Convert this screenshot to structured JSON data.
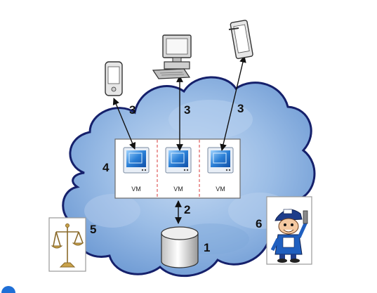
{
  "diagram": {
    "labels": {
      "database": "1",
      "hypervisor_link": "2",
      "client_link_tablet_small": "3",
      "client_link_desktop": "3",
      "client_link_tablet_large": "3",
      "vm_host": "4",
      "legal": "5",
      "support": "6"
    },
    "vms": [
      {
        "label": "VM"
      },
      {
        "label": "VM"
      },
      {
        "label": "VM"
      }
    ],
    "clients": [
      {
        "icon": "handheld-device-icon"
      },
      {
        "icon": "desktop-computer-icon"
      },
      {
        "icon": "tablet-device-icon"
      }
    ],
    "icons": {
      "cloud": "cloud-icon",
      "database": "database-cylinder-icon",
      "legal": "balance-scale-icon",
      "support": "technician-mascot-icon",
      "vm": "monitor-window-icon"
    },
    "colors": {
      "cloud_fill": "#8db3e2",
      "cloud_stroke": "#15206b",
      "vm_screen": "#2a7fd6",
      "divider": "#e05a5a"
    }
  }
}
